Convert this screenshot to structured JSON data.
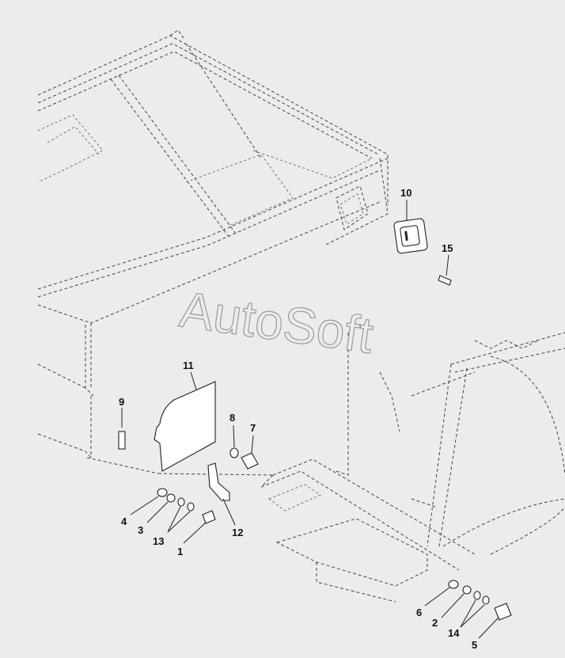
{
  "watermark": "AutoSoft",
  "callouts": {
    "c1": "1",
    "c2": "2",
    "c3": "3",
    "c4": "4",
    "c5": "5",
    "c6": "6",
    "c7": "7",
    "c8": "8",
    "c9": "9",
    "c10": "10",
    "c11": "11",
    "c12": "12",
    "c13": "13",
    "c14": "14",
    "c15": "15"
  }
}
